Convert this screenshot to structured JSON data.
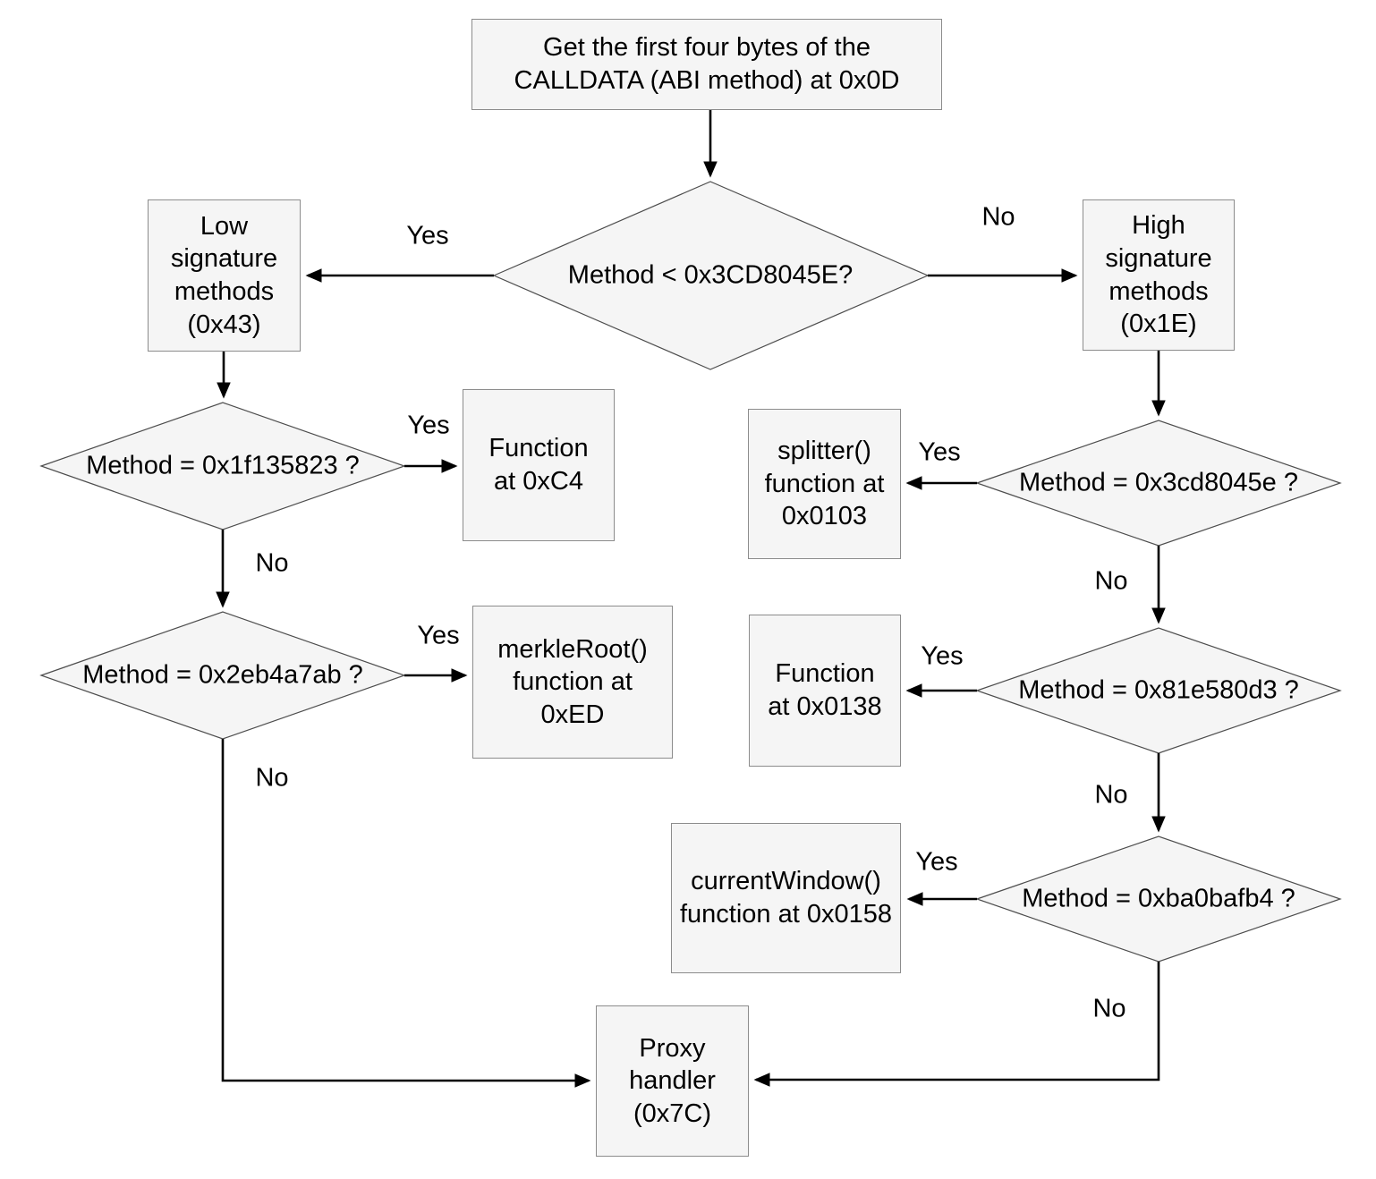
{
  "palette": {
    "background": "#ffffff",
    "node_fill": "#f5f5f5",
    "node_border": "#8c8c8c",
    "diamond_stroke": "#4d4d4d",
    "connector": "#000000",
    "text": "#000000"
  },
  "nodes": {
    "start": {
      "label": "Get the first four bytes of the CALLDATA (ABI method) at 0x0D"
    },
    "main_decision": {
      "label": "Method < 0x3CD8045E?"
    },
    "low_sig_methods": {
      "label": "Low signature methods (0x43)"
    },
    "high_sig_methods": {
      "label": "High signature methods (0x1E)"
    },
    "check_0x1f135823": {
      "label": "Method = 0x1f135823 ?"
    },
    "function_0xC4": {
      "label": "Function at 0xC4"
    },
    "check_0x2eb4a7ab": {
      "label": "Method = 0x2eb4a7ab ?"
    },
    "merkleroot_0xED": {
      "label": "merkleRoot() function at 0xED"
    },
    "check_0x3cd8045e": {
      "label": "Method = 0x3cd8045e ?"
    },
    "splitter_0x0103": {
      "label": "splitter() function at 0x0103"
    },
    "check_0x81e580d3": {
      "label": "Method = 0x81e580d3 ?"
    },
    "function_0x0138": {
      "label": "Function at 0x0138"
    },
    "check_0xba0bafb4": {
      "label": "Method = 0xba0bafb4 ?"
    },
    "currentwindow_0x0158": {
      "label": "currentWindow() function at 0x0158"
    },
    "proxy_handler": {
      "label": "Proxy handler (0x7C)"
    }
  },
  "edge_labels": {
    "main_yes": "Yes",
    "main_no": "No",
    "check1_yes": "Yes",
    "check1_no": "No",
    "check2_yes": "Yes",
    "check2_no": "No",
    "check3_yes": "Yes",
    "check3_no": "No",
    "check4_yes": "Yes",
    "check4_no": "No",
    "check5_yes": "Yes",
    "check5_no": "No"
  }
}
